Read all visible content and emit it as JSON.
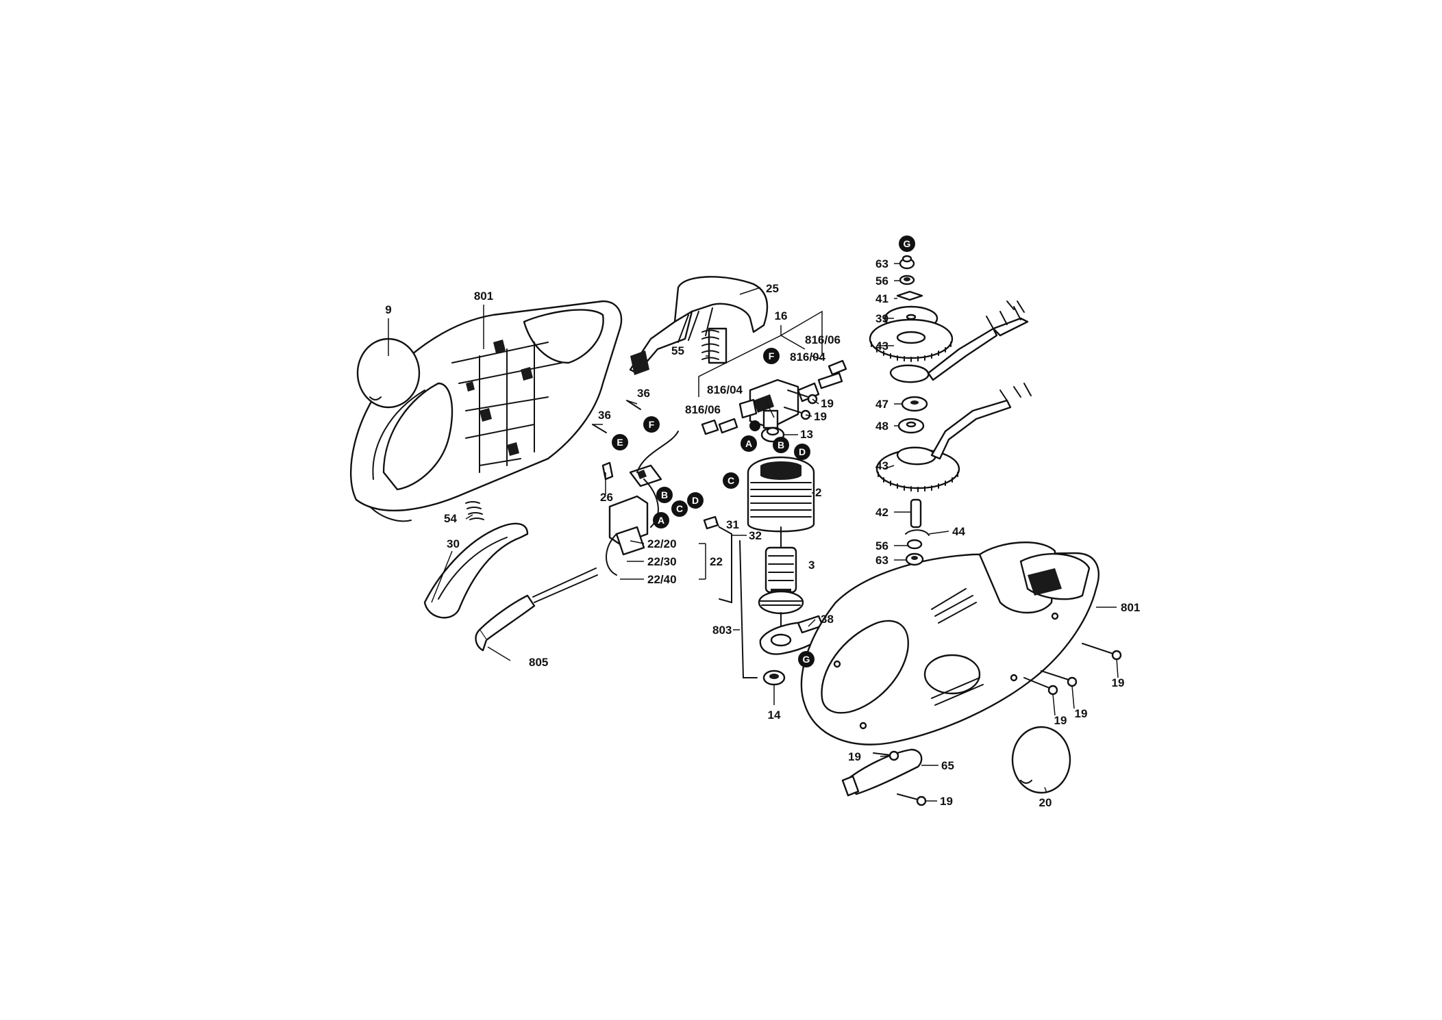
{
  "part_labels": {
    "p9": "9",
    "p801a": "801",
    "p25": "25",
    "p16": "16",
    "p816_06a": "816/06",
    "p816_04a": "816/04",
    "p55": "55",
    "p36a": "36",
    "p36b": "36",
    "p816_04b": "816/04",
    "p816_06b": "816/06",
    "p19a": "19",
    "p19b": "19",
    "p13": "13",
    "p2": "2",
    "p26": "26",
    "p31": "31",
    "p32": "32",
    "p22_20": "22/20",
    "p22": "22",
    "p22_30": "22/30",
    "p22_40": "22/40",
    "p3": "3",
    "p54": "54",
    "p30": "30",
    "p38": "38",
    "p803": "803",
    "p805": "805",
    "p14": "14",
    "p63a": "63",
    "p56a": "56",
    "p41": "41",
    "p39": "39",
    "p43a": "43",
    "p47": "47",
    "p48": "48",
    "p43b": "43",
    "p42": "42",
    "p44": "44",
    "p56b": "56",
    "p63b": "63",
    "p801b": "801",
    "p19c": "19",
    "p19d": "19",
    "p19e": "19",
    "p19f": "19",
    "p65": "65",
    "p19g": "19",
    "p20": "20"
  },
  "markers": {
    "mG_top": "G",
    "mF_brush": "F",
    "mA_stator": "A",
    "mB_stator": "B",
    "mD_stator": "D",
    "mC_stator": "C",
    "mF_wire": "F",
    "mE_wire": "E",
    "mB_wire": "B",
    "mC_wire": "C",
    "mD_wire": "D",
    "mA_wire": "A",
    "mG_bottom": "G"
  }
}
